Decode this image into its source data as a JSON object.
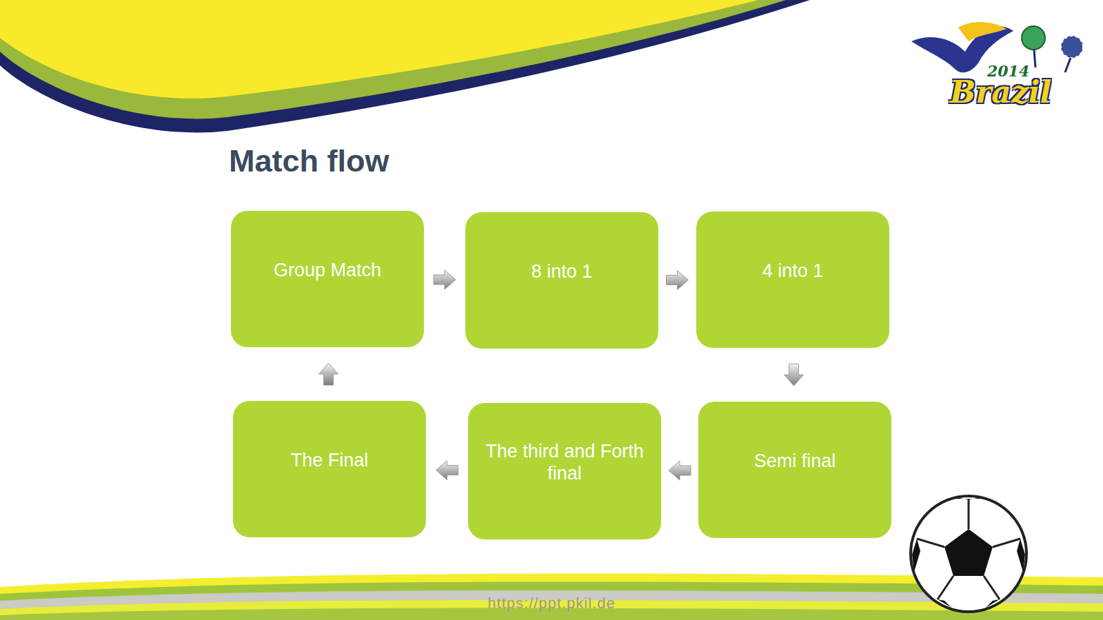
{
  "diagram": {
    "title": "Match flow",
    "nodes": [
      {
        "text": [
          "Group Match"
        ]
      },
      {
        "text": [
          "8 into 1"
        ]
      },
      {
        "text": [
          "4 into 1"
        ]
      },
      {
        "text": [
          "Semi final"
        ]
      },
      {
        "text": [
          "The third and Forth",
          "final"
        ]
      },
      {
        "text": [
          "The Final"
        ]
      }
    ],
    "edges": [
      {
        "from": 0,
        "to": 1,
        "arrow": "to"
      },
      {
        "from": 1,
        "to": 2,
        "arrow": "to"
      },
      {
        "from": 2,
        "to": 3,
        "arrow": "to"
      },
      {
        "from": 3,
        "to": 4,
        "arrow": "to"
      },
      {
        "from": 4,
        "to": 5,
        "arrow": "to"
      },
      {
        "from": 5,
        "to": 0,
        "arrow": "to"
      }
    ],
    "labels": [
      "2014",
      "Brazil",
      "https://ppt.pkil.de"
    ]
  }
}
